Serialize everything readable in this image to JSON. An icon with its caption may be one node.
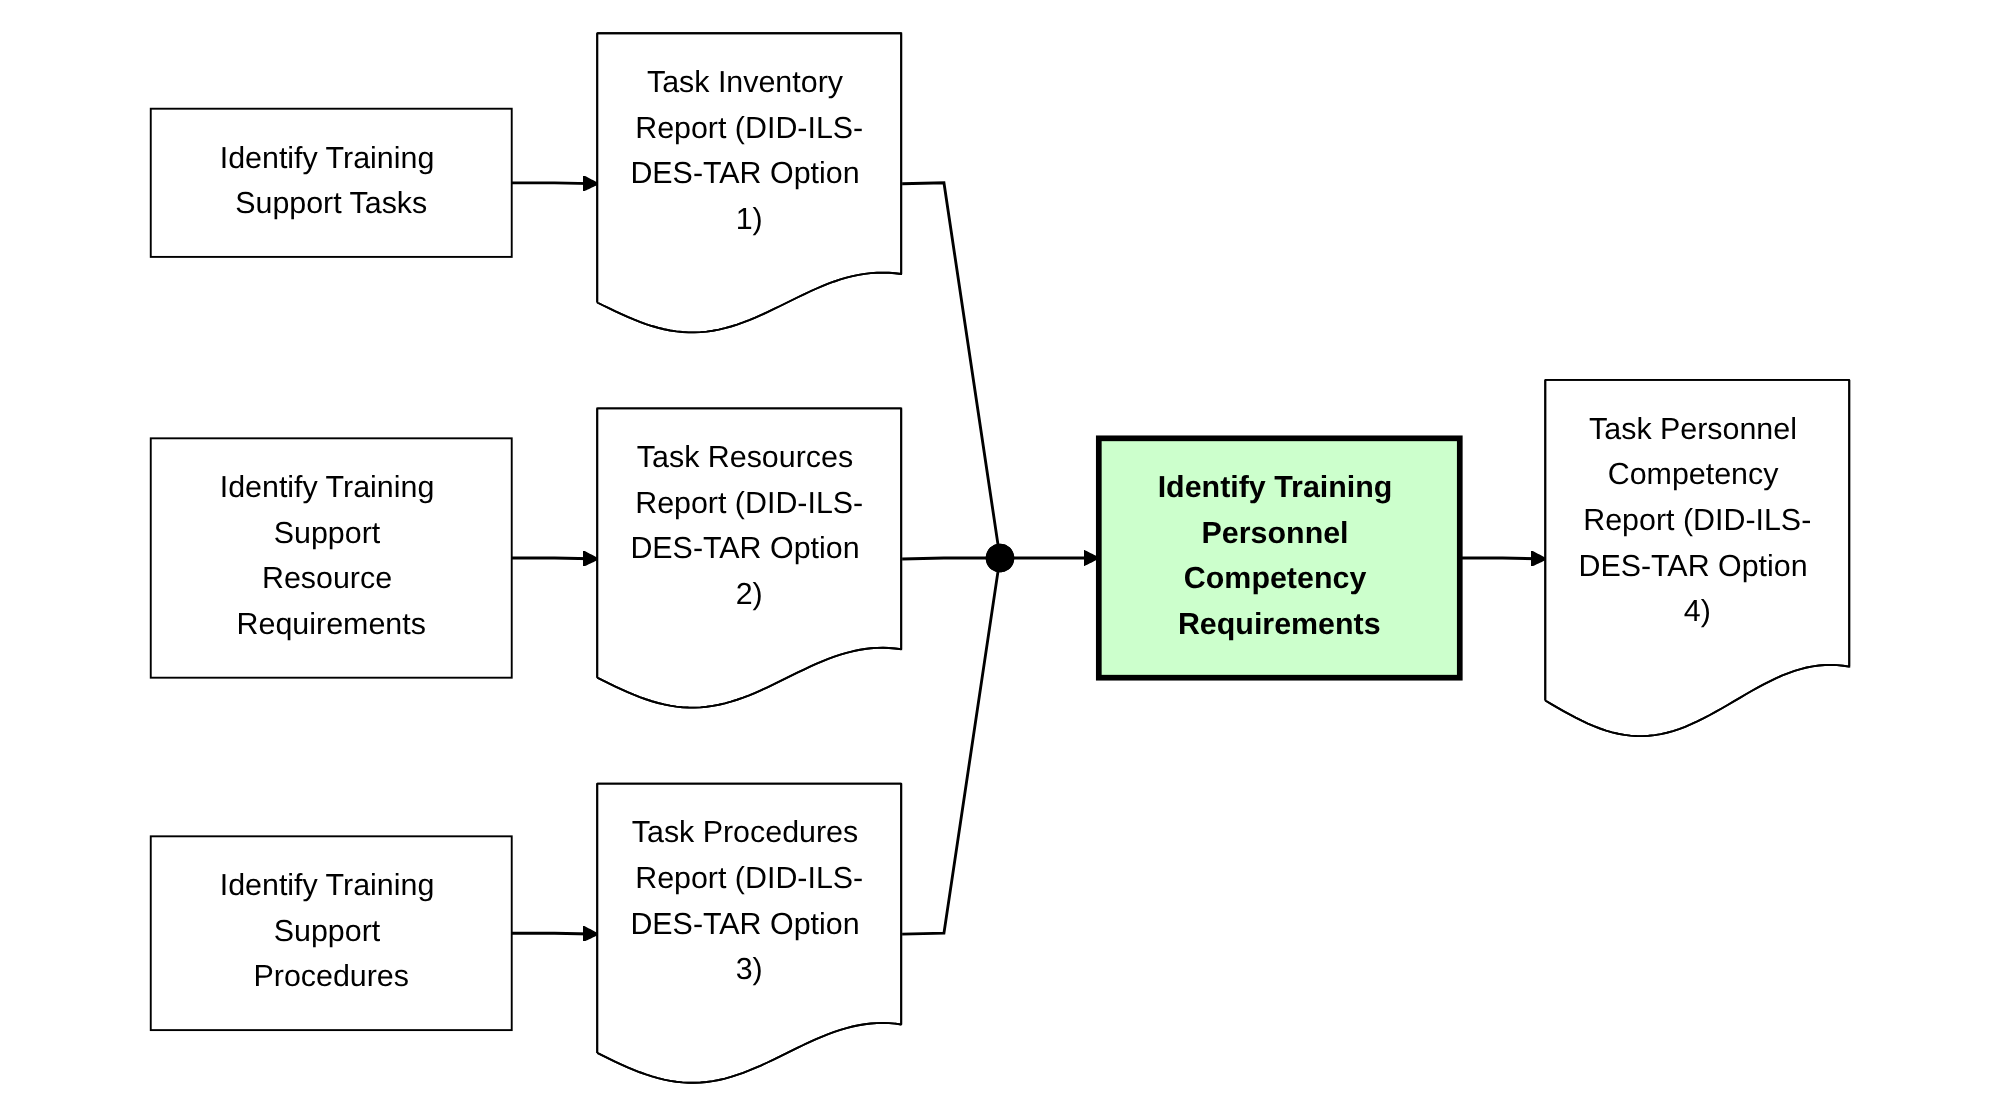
{
  "diagram": {
    "nodes": [
      {
        "text": [
          "Identify Training Support Tasks"
        ]
      },
      {
        "text": [
          "Task Inventory Report (DID-ILS-DES-TAR Option 1)"
        ]
      },
      {
        "text": [
          "Identify Training Support Resource Requirements"
        ]
      },
      {
        "text": [
          "Task Resources Report (DID-ILS-DES-TAR Option 2)"
        ]
      },
      {
        "text": [
          "Identify Training Support Procedures"
        ]
      },
      {
        "text": [
          "Task Procedures Report (DID-ILS-DES-TAR Option 3)"
        ]
      },
      {
        "text": [],
        "shape": "circle"
      },
      {
        "text": [
          "Identify Training Personnel Competency Requirements"
        ]
      },
      {
        "text": [
          "Task Personnel Competency Report (DID-ILS-DES-TAR Option 4)"
        ]
      }
    ],
    "edges": [
      {
        "from": 0,
        "to": 1,
        "arrow": "to"
      },
      {
        "from": 2,
        "to": 3,
        "arrow": "to"
      },
      {
        "from": 4,
        "to": 5,
        "arrow": "to"
      },
      {
        "from": 1,
        "to": 6,
        "arrow": "none"
      },
      {
        "from": 3,
        "to": 6,
        "arrow": "none"
      },
      {
        "from": 5,
        "to": 6,
        "arrow": "none"
      },
      {
        "from": 6,
        "to": 7,
        "arrow": "to"
      },
      {
        "from": 7,
        "to": 8,
        "arrow": "to"
      }
    ]
  }
}
